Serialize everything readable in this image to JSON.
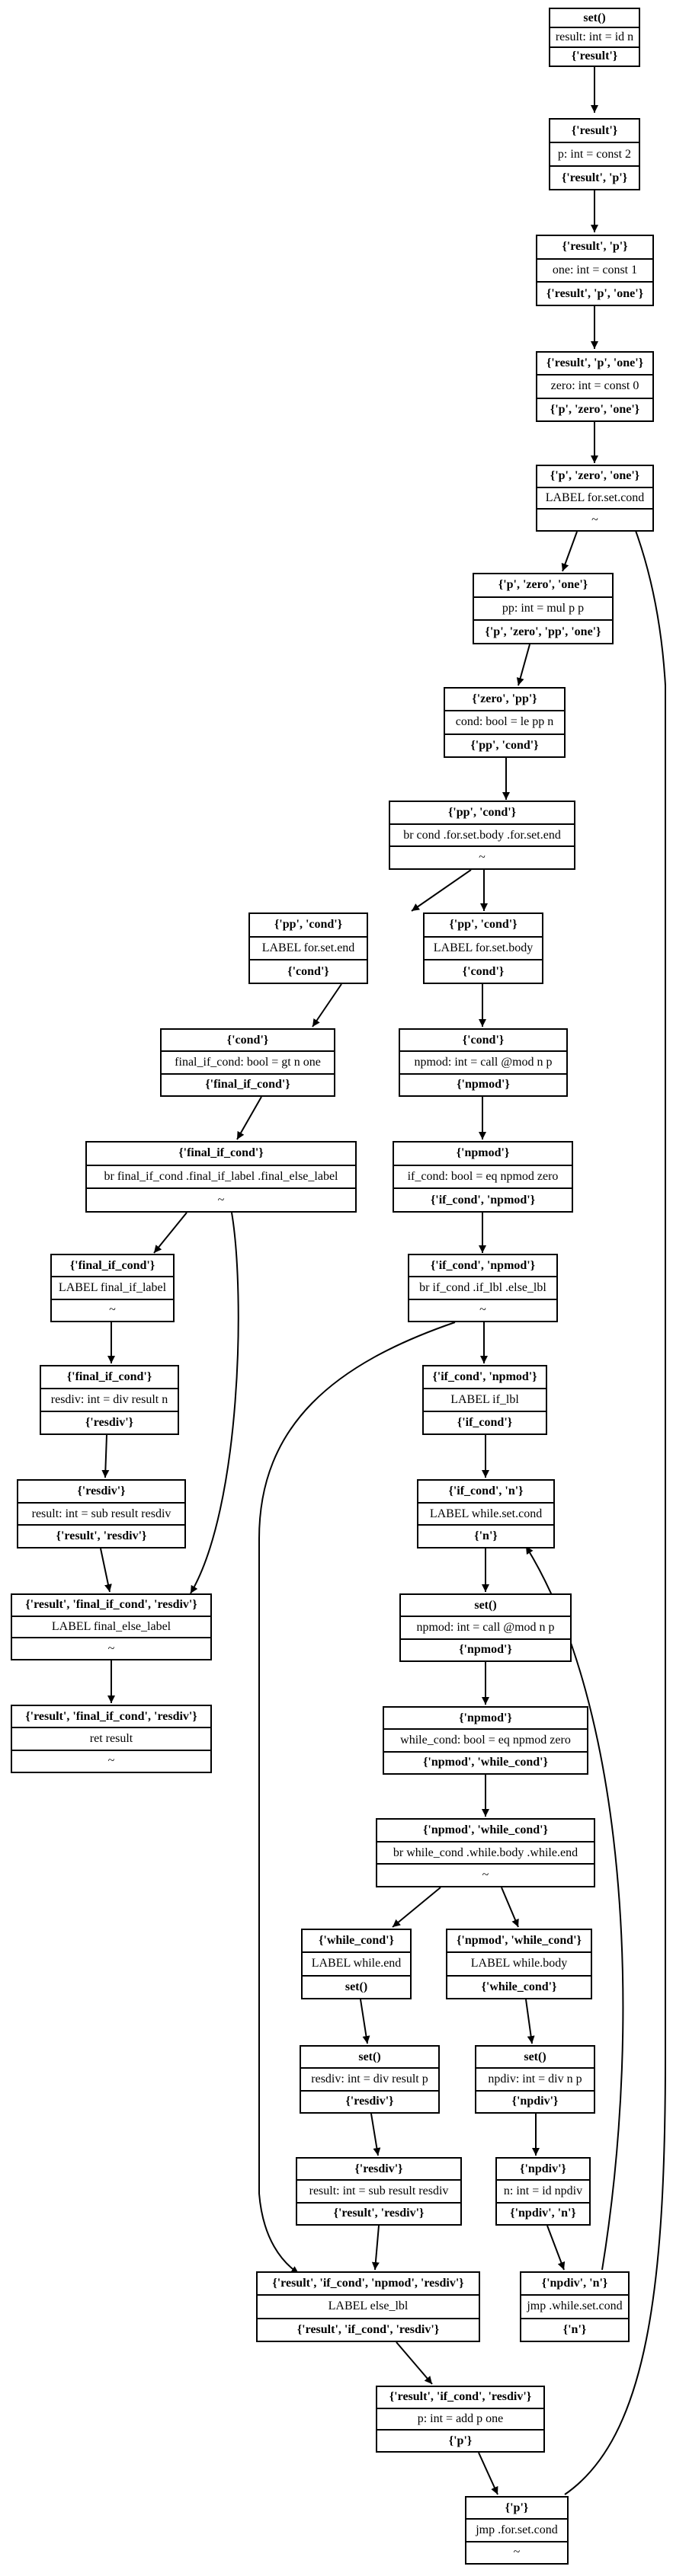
{
  "nodes": {
    "n1": {
      "head": "set()",
      "body": "result: int = id n",
      "tail": "{'result'}"
    },
    "n2": {
      "head": "{'result'}",
      "body": "p: int = const 2",
      "tail": "{'result', 'p'}"
    },
    "n3": {
      "head": "{'result', 'p'}",
      "body": "one: int = const 1",
      "tail": "{'result', 'p', 'one'}"
    },
    "n4": {
      "head": "{'result', 'p', 'one'}",
      "body": "zero: int = const 0",
      "tail": "{'p', 'zero', 'one'}"
    },
    "n5": {
      "head": "{'p', 'zero', 'one'}",
      "body": "LABEL for.set.cond",
      "tail": "~"
    },
    "n6": {
      "head": "{'p', 'zero', 'one'}",
      "body": "pp: int = mul p p",
      "tail": "{'p', 'zero', 'pp', 'one'}"
    },
    "n7": {
      "head": "{'zero', 'pp'}",
      "body": "cond: bool = le pp n",
      "tail": "{'pp', 'cond'}"
    },
    "n8": {
      "head": "{'pp', 'cond'}",
      "body": "br cond .for.set.body .for.set.end",
      "tail": "~"
    },
    "n9": {
      "head": "{'pp', 'cond'}",
      "body": "LABEL for.set.end",
      "tail": "{'cond'}"
    },
    "n10": {
      "head": "{'pp', 'cond'}",
      "body": "LABEL for.set.body",
      "tail": "{'cond'}"
    },
    "n11": {
      "head": "{'cond'}",
      "body": "final_if_cond: bool = gt n one",
      "tail": "{'final_if_cond'}"
    },
    "n12": {
      "head": "{'cond'}",
      "body": "npmod: int = call @mod n p",
      "tail": "{'npmod'}"
    },
    "n13": {
      "head": "{'final_if_cond'}",
      "body": "br final_if_cond .final_if_label .final_else_label",
      "tail": "~"
    },
    "n14": {
      "head": "{'npmod'}",
      "body": "if_cond: bool = eq npmod zero",
      "tail": "{'if_cond', 'npmod'}"
    },
    "n15": {
      "head": "{'final_if_cond'}",
      "body": "LABEL final_if_label",
      "tail": "~"
    },
    "n16": {
      "head": "{'if_cond', 'npmod'}",
      "body": "br if_cond .if_lbl .else_lbl",
      "tail": "~"
    },
    "n17": {
      "head": "{'final_if_cond'}",
      "body": "resdiv: int = div result n",
      "tail": "{'resdiv'}"
    },
    "n18": {
      "head": "{'if_cond', 'npmod'}",
      "body": "LABEL if_lbl",
      "tail": "{'if_cond'}"
    },
    "n19": {
      "head": "{'resdiv'}",
      "body": "result: int = sub result resdiv",
      "tail": "{'result', 'resdiv'}"
    },
    "n20": {
      "head": "{'if_cond', 'n'}",
      "body": "LABEL while.set.cond",
      "tail": "{'n'}"
    },
    "n21": {
      "head": "{'result', 'final_if_cond', 'resdiv'}",
      "body": "LABEL final_else_label",
      "tail": "~"
    },
    "n22": {
      "head": "set()",
      "body": "npmod: int = call @mod n p",
      "tail": "{'npmod'}"
    },
    "n23": {
      "head": "{'result', 'final_if_cond', 'resdiv'}",
      "body": "ret result",
      "tail": "~"
    },
    "n24": {
      "head": "{'npmod'}",
      "body": "while_cond: bool = eq npmod zero",
      "tail": "{'npmod', 'while_cond'}"
    },
    "n25": {
      "head": "{'npmod', 'while_cond'}",
      "body": "br while_cond .while.body .while.end",
      "tail": "~"
    },
    "n26": {
      "head": "{'while_cond'}",
      "body": "LABEL while.end",
      "tail": "set()"
    },
    "n27": {
      "head": "{'npmod', 'while_cond'}",
      "body": "LABEL while.body",
      "tail": "{'while_cond'}"
    },
    "n28": {
      "head": "set()",
      "body": "resdiv: int = div result p",
      "tail": "{'resdiv'}"
    },
    "n29": {
      "head": "set()",
      "body": "npdiv: int = div n p",
      "tail": "{'npdiv'}"
    },
    "n30": {
      "head": "{'resdiv'}",
      "body": "result: int = sub result resdiv",
      "tail": "{'result', 'resdiv'}"
    },
    "n31": {
      "head": "{'npdiv'}",
      "body": "n: int = id npdiv",
      "tail": "{'npdiv', 'n'}"
    },
    "n32": {
      "head": "{'result', 'if_cond', 'npmod', 'resdiv'}",
      "body": "LABEL else_lbl",
      "tail": "{'result', 'if_cond', 'resdiv'}"
    },
    "n33": {
      "head": "{'npdiv', 'n'}",
      "body": "jmp .while.set.cond",
      "tail": "{'n'}"
    },
    "n34": {
      "head": "{'result', 'if_cond', 'resdiv'}",
      "body": "p: int = add p one",
      "tail": "{'p'}"
    },
    "n35": {
      "head": "{'p'}",
      "body": "jmp .for.set.cond",
      "tail": "~"
    }
  },
  "edges": [
    [
      "n1",
      "n2"
    ],
    [
      "n2",
      "n3"
    ],
    [
      "n3",
      "n4"
    ],
    [
      "n4",
      "n5"
    ],
    [
      "n5",
      "n6"
    ],
    [
      "n6",
      "n7"
    ],
    [
      "n7",
      "n8"
    ],
    [
      "n8",
      "n9"
    ],
    [
      "n8",
      "n10"
    ],
    [
      "n9",
      "n11"
    ],
    [
      "n10",
      "n12"
    ],
    [
      "n11",
      "n13"
    ],
    [
      "n12",
      "n14"
    ],
    [
      "n13",
      "n15"
    ],
    [
      "n13",
      "n21"
    ],
    [
      "n14",
      "n16"
    ],
    [
      "n15",
      "n17"
    ],
    [
      "n16",
      "n18"
    ],
    [
      "n16",
      "n32"
    ],
    [
      "n17",
      "n19"
    ],
    [
      "n18",
      "n20"
    ],
    [
      "n19",
      "n21"
    ],
    [
      "n20",
      "n22"
    ],
    [
      "n21",
      "n23"
    ],
    [
      "n22",
      "n24"
    ],
    [
      "n24",
      "n25"
    ],
    [
      "n25",
      "n26"
    ],
    [
      "n25",
      "n27"
    ],
    [
      "n26",
      "n28"
    ],
    [
      "n27",
      "n29"
    ],
    [
      "n28",
      "n30"
    ],
    [
      "n29",
      "n31"
    ],
    [
      "n30",
      "n32"
    ],
    [
      "n31",
      "n33"
    ],
    [
      "n32",
      "n34"
    ],
    [
      "n33",
      "n20"
    ],
    [
      "n34",
      "n35"
    ],
    [
      "n35",
      "n5"
    ]
  ]
}
